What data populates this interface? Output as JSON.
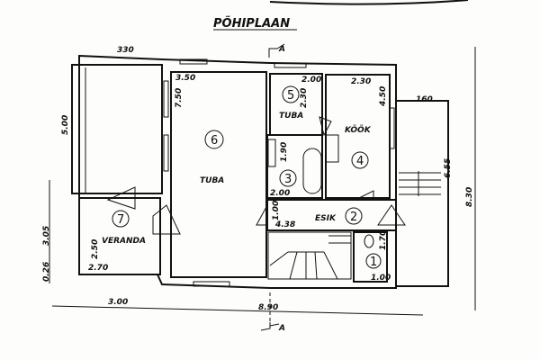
{
  "title": "PÕHIPLAAN",
  "section_marker": "A",
  "rooms": [
    {
      "number": "1",
      "name": ""
    },
    {
      "number": "2",
      "name": "ESIK"
    },
    {
      "number": "3",
      "name": ""
    },
    {
      "number": "4",
      "name": "KÖÖK"
    },
    {
      "number": "5",
      "name": "TUBA"
    },
    {
      "number": "6",
      "name": "TUBA"
    },
    {
      "number": "7",
      "name": "VERANDA"
    }
  ],
  "dimensions": {
    "top_left_width": "330",
    "room6_width": "3.50",
    "room6_depth": "7.50",
    "room5_width": "2.00",
    "room5_depth": "2.30",
    "kitchen_width": "2.30",
    "kitchen_depth": "4.50",
    "porch_width": "160",
    "porch_depth": "6.55",
    "total_depth": "8.30",
    "left_upper": "5.00",
    "left_lower": "3.05",
    "left_small": "0.26",
    "veranda_depth": "2.50",
    "veranda_width": "2.70",
    "bottom_left": "3.00",
    "bottom_total": "8.90",
    "bath_depth": "1.90",
    "bath_width": "2.00",
    "hall_depth": "1.00",
    "hall_width": "4.38",
    "wc_depth": "1.70",
    "wc_width": "1.00"
  }
}
